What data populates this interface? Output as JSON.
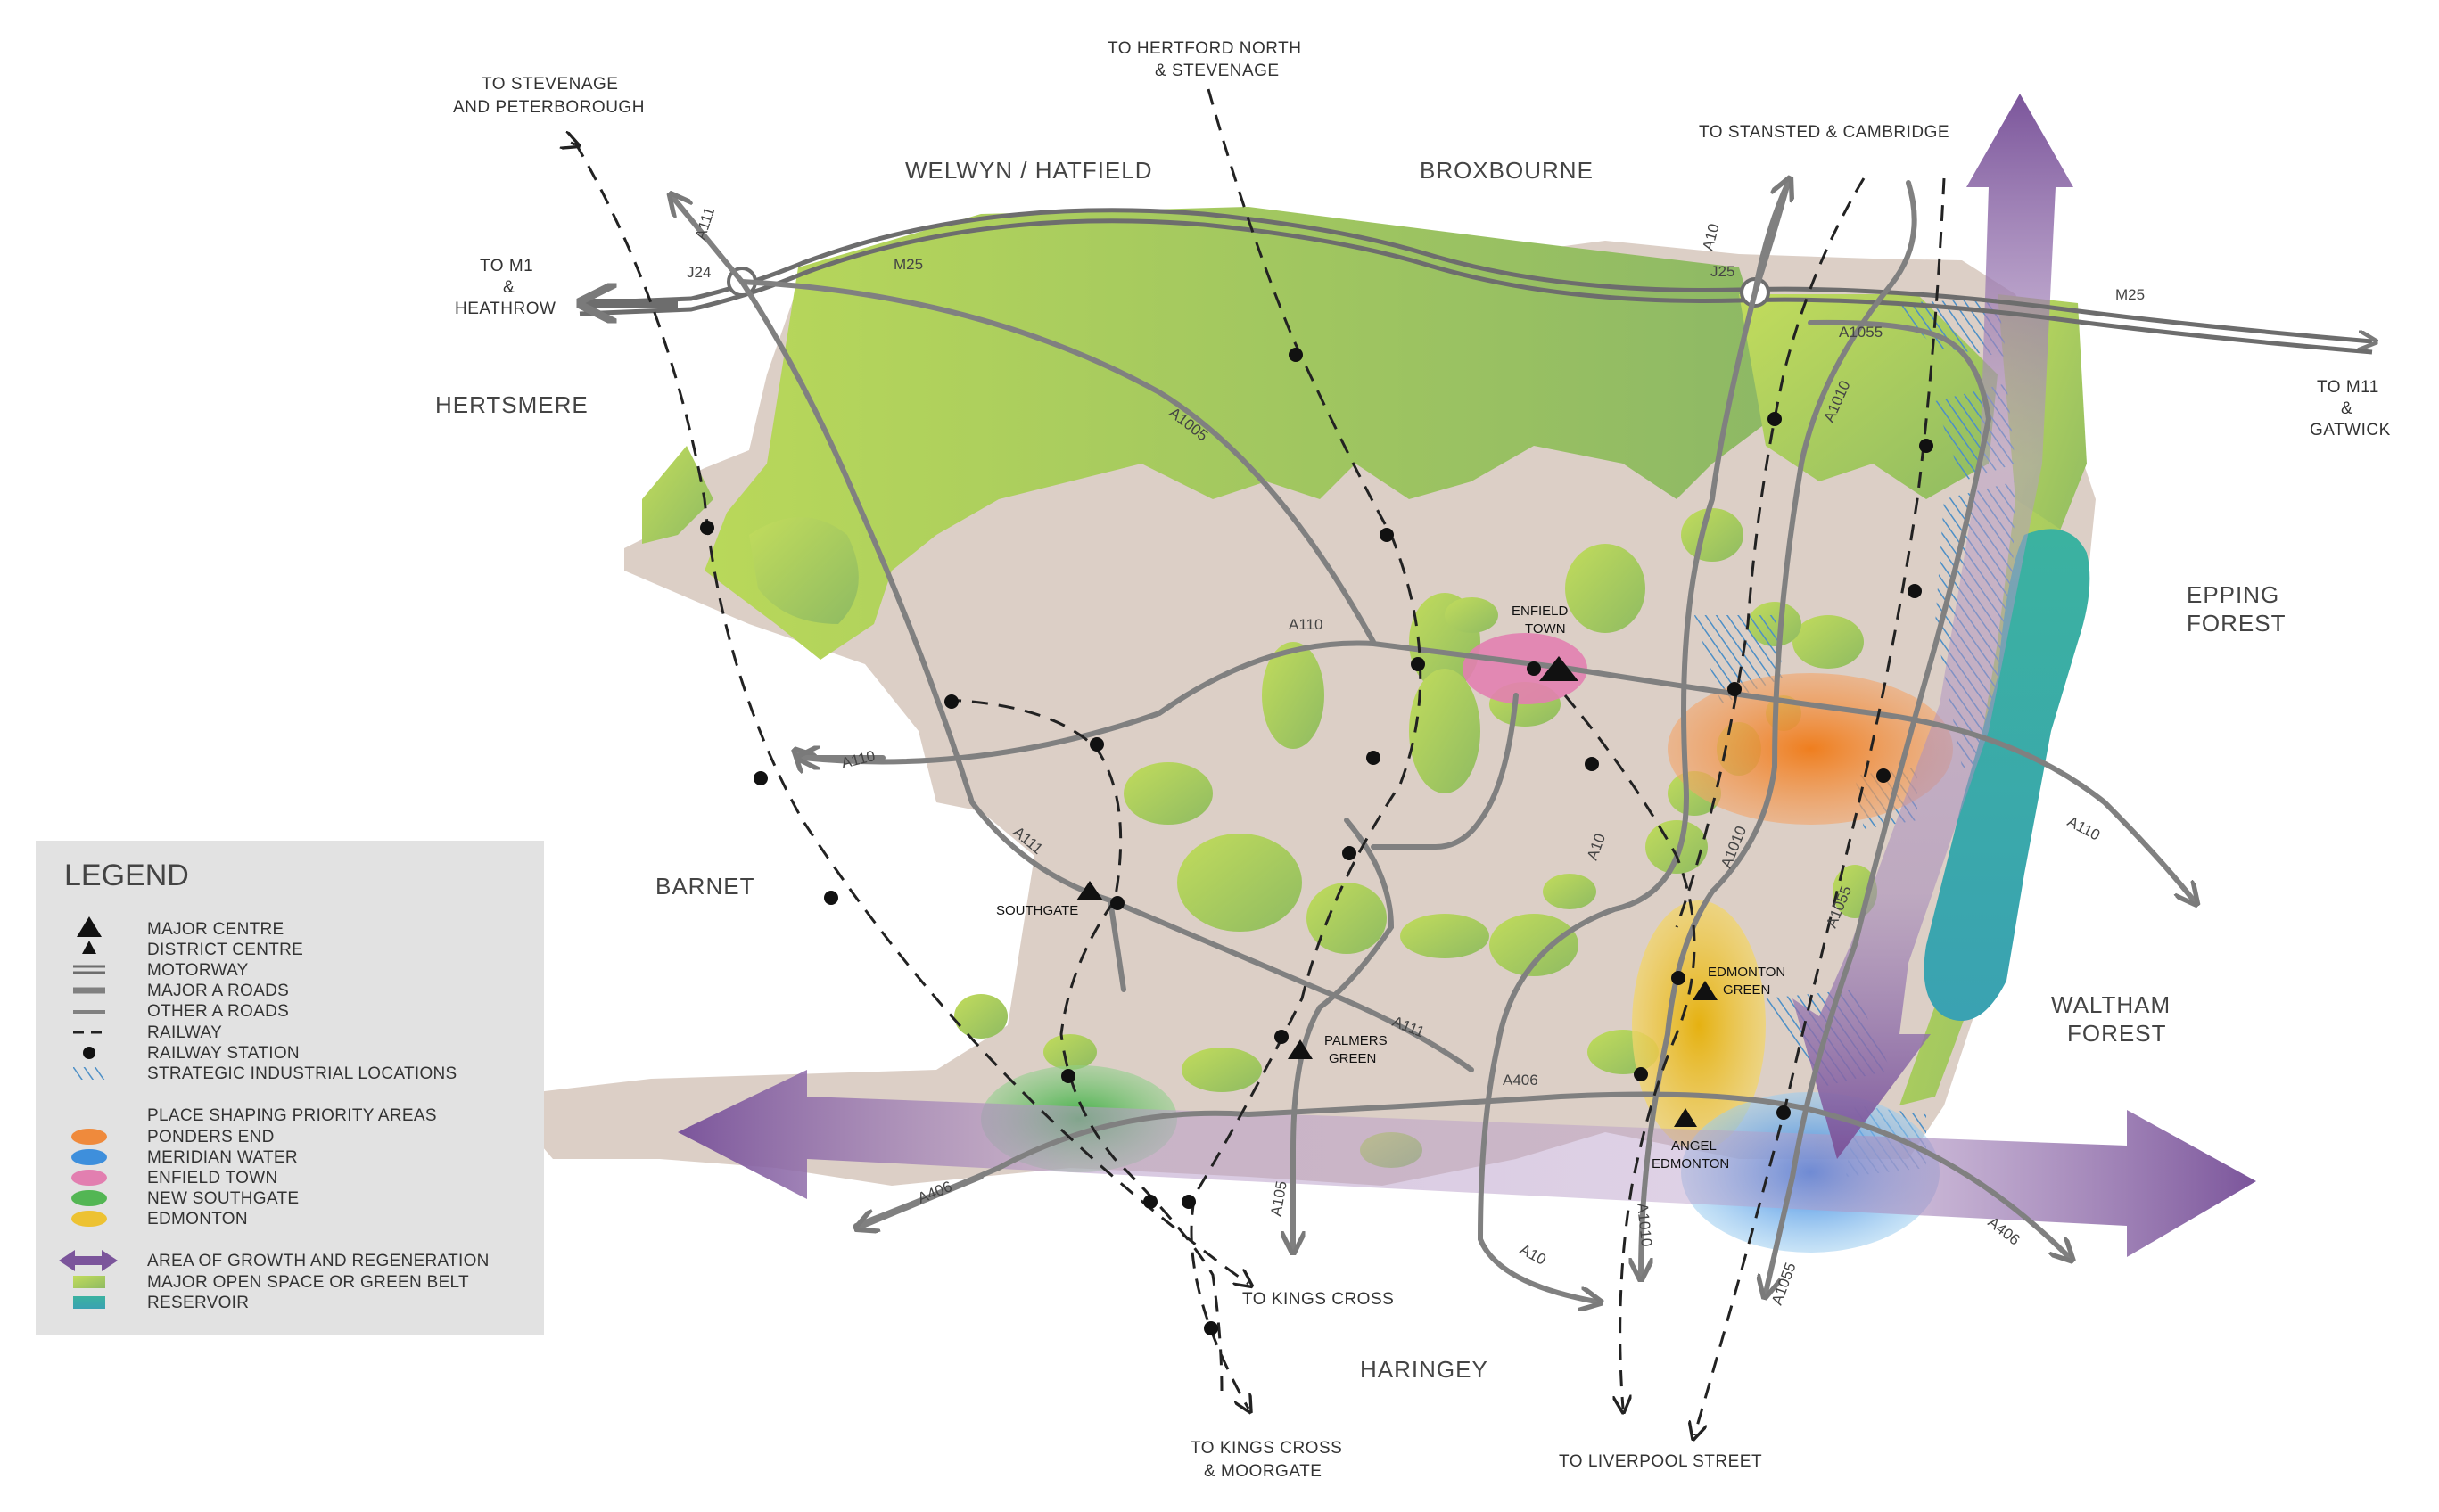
{
  "neighbours": {
    "welwyn_hatfield": "WELWYN / HATFIELD",
    "broxbourne": "BROXBOURNE",
    "hertsmere": "HERTSMERE",
    "barnet": "BARNET",
    "haringey": "HARINGEY",
    "epping_1": "EPPING",
    "epping_2": "FOREST",
    "waltham_1": "WALTHAM",
    "waltham_2": "FOREST"
  },
  "destinations": {
    "stevenage_1": "TO STEVENAGE",
    "stevenage_2": "AND PETERBOROUGH",
    "hertford_1": "TO HERTFORD NORTH",
    "hertford_2": "& STEVENAGE",
    "stansted": "TO STANSTED & CAMBRIDGE",
    "m1_1": "TO M1",
    "m1_2": "&",
    "m1_3": "HEATHROW",
    "m11_1": "TO M11",
    "m11_2": "&",
    "m11_3": "GATWICK",
    "kings_cross": "TO KINGS CROSS",
    "kings_moor_1": "TO KINGS CROSS",
    "kings_moor_2": "& MOORGATE",
    "liverpool": "TO LIVERPOOL STREET"
  },
  "roads": {
    "m25_west": "M25",
    "m25_east": "M25",
    "j24": "J24",
    "j25": "J25",
    "a111_north": "A111",
    "a111_south": "A111",
    "a111_east": "A111",
    "a1005": "A1005",
    "a110_north": "A110",
    "a110_west": "A110",
    "a110_east": "A110",
    "a10_north": "A10",
    "a10_mid": "A10",
    "a10_south": "A10",
    "a1010_north": "A1010",
    "a1010_mid": "A1010",
    "a1010_south": "A1010",
    "a1055_north": "A1055",
    "a1055_mid": "A1055",
    "a1055_south": "A1055",
    "a105": "A105",
    "a406_west": "A406",
    "a406_mid": "A406",
    "a406_east": "A406"
  },
  "places": {
    "enfield_1": "ENFIELD",
    "enfield_2": "TOWN",
    "southgate": "SOUTHGATE",
    "palmers_1": "PALMERS",
    "palmers_2": "GREEN",
    "edmonton_g_1": "EDMONTON",
    "edmonton_g_2": "GREEN",
    "angel_1": "ANGEL",
    "angel_2": "EDMONTON"
  },
  "legend": {
    "title": "LEGEND",
    "major_centre": "MAJOR CENTRE",
    "district_centre": "DISTRICT CENTRE",
    "motorway": "MOTORWAY",
    "major_a": "MAJOR A ROADS",
    "other_a": "OTHER A ROADS",
    "railway": "RAILWAY",
    "station": "RAILWAY STATION",
    "industrial": "STRATEGIC INDUSTRIAL LOCATIONS",
    "place_shaping": "PLACE SHAPING PRIORITY AREAS",
    "ponders_end": "PONDERS END",
    "meridian_water": "MERIDIAN WATER",
    "enfield_town": "ENFIELD TOWN",
    "new_southgate": "NEW SOUTHGATE",
    "edmonton": "EDMONTON",
    "growth": "AREA OF GROWTH AND REGENERATION",
    "open_space": "MAJOR OPEN SPACE OR GREEN BELT",
    "reservoir": "RESERVOIR"
  },
  "colors": {
    "borough": "#dccfc6",
    "greenbelt": "#9cc45a",
    "road": "#808080",
    "motorway": "#6d6d6d",
    "growth_arrow": "#7b559b",
    "ponders_end": "#ef8a3c",
    "meridian_water": "#3e8fdc",
    "enfield_town": "#e27fb0",
    "new_southgate": "#53b654",
    "edmonton": "#edc232",
    "reservoir": "#2fa39a",
    "legend_bg": "#e2e2e2"
  }
}
